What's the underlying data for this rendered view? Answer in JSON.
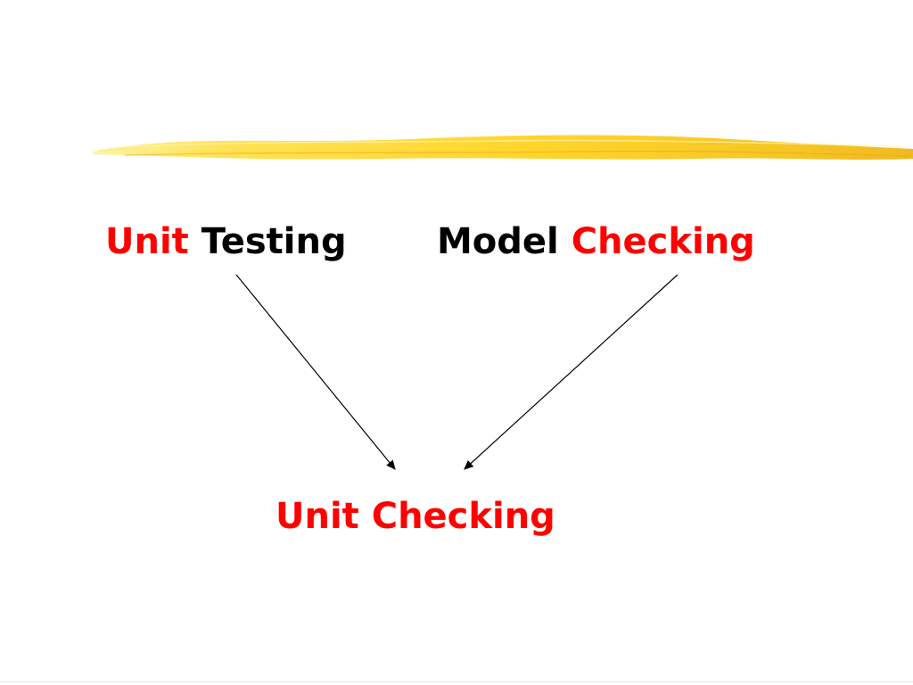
{
  "slide": {
    "left_label": {
      "part1": "Unit",
      "part2": "Testing"
    },
    "right_label": {
      "part1": "Model",
      "part2": "Checking"
    },
    "bottom_label": {
      "text": "Unit Checking"
    }
  },
  "colors": {
    "accent_red": "#ff0000",
    "text_black": "#000000",
    "brush_yellow": "#ffd21f",
    "background": "#ffffff"
  },
  "icons": {
    "arrow_left": "arrow-to-unit-checking",
    "arrow_right": "arrow-to-unit-checking"
  }
}
